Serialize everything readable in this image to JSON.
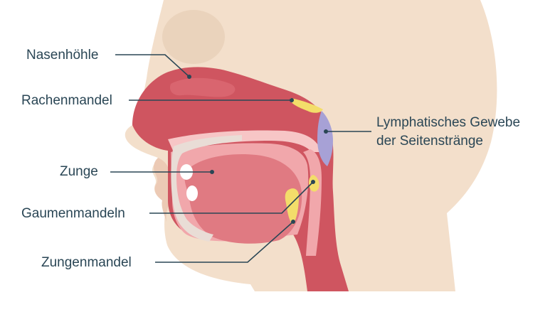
{
  "labels": {
    "nasenhoehle": "Nasenhöhle",
    "rachenmandel": "Rachenmandel",
    "zunge": "Zunge",
    "gaumenmandeln": "Gaumenmandeln",
    "zungenmandel": "Zungenmandel",
    "lymph_line1": "Lymphatisches Gewebe",
    "lymph_line2": "der Seitenstränge"
  },
  "colors": {
    "skin": "#f3dfcb",
    "tissue_dark": "#cf5560",
    "tissue_mid": "#e07a82",
    "tissue_light": "#f1a7ab",
    "tissue_pale": "#f7c6c6",
    "bone": "#e9ddd6",
    "tonsil": "#f3dd6a",
    "lymph": "#a7a1d6",
    "text": "#2a4655"
  }
}
